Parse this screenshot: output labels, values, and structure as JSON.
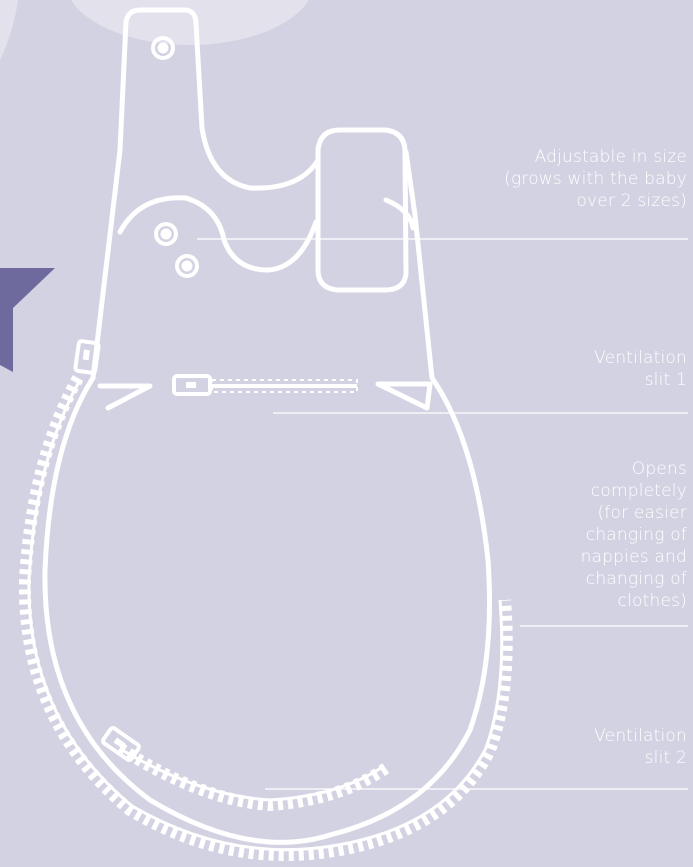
{
  "diagram": {
    "callouts": [
      {
        "text": "Adjustable in size\n(grows with the baby\nover 2 sizes)"
      },
      {
        "text": "Ventilation\nslit 1"
      },
      {
        "text": "Opens\ncompletely\n(for easier\nchanging of\nnappies and\nchanging of\nclothes)"
      },
      {
        "text": "Ventilation\nslit 2"
      }
    ]
  },
  "colors": {
    "background": "#d3d2e2",
    "outline": "#ffffff",
    "star": "#6e6a9e",
    "moon": "#e4e4ee"
  }
}
